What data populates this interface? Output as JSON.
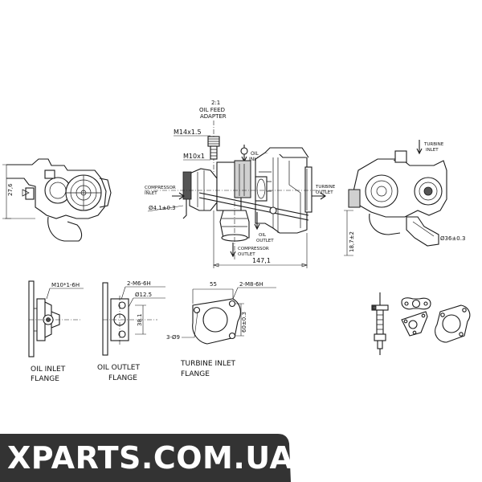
{
  "labels": {
    "ratio": "2:1",
    "oil_feed_adapter_1": "OIL FEED",
    "oil_feed_adapter_2": "ADAPTER",
    "m14": "M14x1.5",
    "m10": "M10x1",
    "oil_inlet_top_1": "OIL",
    "oil_inlet_top_2": "INLET",
    "compressor_inlet_1": "COMPRESSOR",
    "compressor_inlet_2": "INLET",
    "compressor_outlet_dia": "Ø4.1±0.3",
    "turbine_outlet_1": "TURBINE",
    "turbine_outlet_2": "OUTLET",
    "oil_outlet_1": "OIL",
    "oil_outlet_2": "OUTLET",
    "compressor_outlet_1": "COMPRESSOR",
    "compressor_outlet_2": "OUTLET",
    "width_147": "147,1",
    "left_dim": "27,6",
    "turbine_inlet_right_1": "TURBINE",
    "turbine_inlet_right_2": "INLET",
    "right_dim_18": "18,7±2",
    "right_dia_36": "Ø36±0.3",
    "oil_inlet_thread": "M10*1-6H",
    "oil_outlet_thread": "2-M6-6H",
    "oil_outlet_dia": "Ø12.5",
    "oil_outlet_dim": "38.1",
    "turbine_flange_55": "55",
    "turbine_flange_thread": "2-M8-6H",
    "turbine_flange_holes": "3-Ø9",
    "turbine_flange_60": "60±0.3",
    "oil_inlet_flange_1": "OIL  INLET",
    "oil_inlet_flange_2": "FLANGE",
    "oil_outlet_flange_1": "OIL  OUTLET",
    "oil_outlet_flange_2": "FLANGE",
    "turbine_inlet_flange_1": "TURBINE  INLET",
    "turbine_inlet_flange_2": "FLANGE"
  },
  "watermark": "XPARTS.COM.UA",
  "colors": {
    "banner": "#333333",
    "line": "#1a1a1a",
    "text": "#111111"
  }
}
